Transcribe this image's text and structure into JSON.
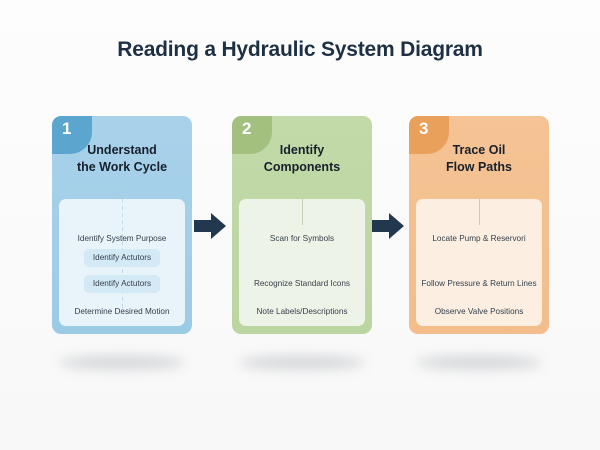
{
  "title": "Reading a Hydraulic System Diagram",
  "colors": {
    "title": "#1e3044",
    "arrow": "#22384e",
    "page_background": "#fbfbfb",
    "card1_header": "#a9d2ea",
    "card1_badge": "#5aa6cf",
    "card1_panel": "#e9f3fa",
    "card2_header": "#c2d9a8",
    "card2_badge": "#a4c07f",
    "card2_panel": "#eef3e8",
    "card3_header": "#f5c394",
    "card3_badge": "#e8a05b",
    "card3_panel": "#fcefe2"
  },
  "steps": [
    {
      "number": "1",
      "heading_lines": [
        "Understand",
        "the Work Cycle"
      ],
      "items": [
        {
          "label": "Identify System Purpose",
          "highlighted": false
        },
        {
          "label": "Identify Actutors",
          "highlighted": true
        },
        {
          "label": "Identify Actutors",
          "highlighted": true
        },
        {
          "label": "Determine Desired Motion",
          "highlighted": false
        }
      ]
    },
    {
      "number": "2",
      "heading_lines": [
        "Identify",
        "Components"
      ],
      "items": [
        {
          "label": "Scan for Symbols",
          "highlighted": false
        },
        {
          "label": "Recognize Standard Icons",
          "highlighted": false
        },
        {
          "label": "Note Labels/Descriptions",
          "highlighted": false
        }
      ]
    },
    {
      "number": "3",
      "heading_lines": [
        "Trace Oil",
        "Flow Paths"
      ],
      "items": [
        {
          "label": "Locate Pump & Reservori",
          "highlighted": false
        },
        {
          "label": "Follow Pressure & Return Lines",
          "highlighted": false
        },
        {
          "label": "Observe Valve Positions",
          "highlighted": false
        }
      ]
    }
  ],
  "arrows": [
    {
      "name": "arrow-step1-to-step2"
    },
    {
      "name": "arrow-step2-to-step3"
    }
  ]
}
